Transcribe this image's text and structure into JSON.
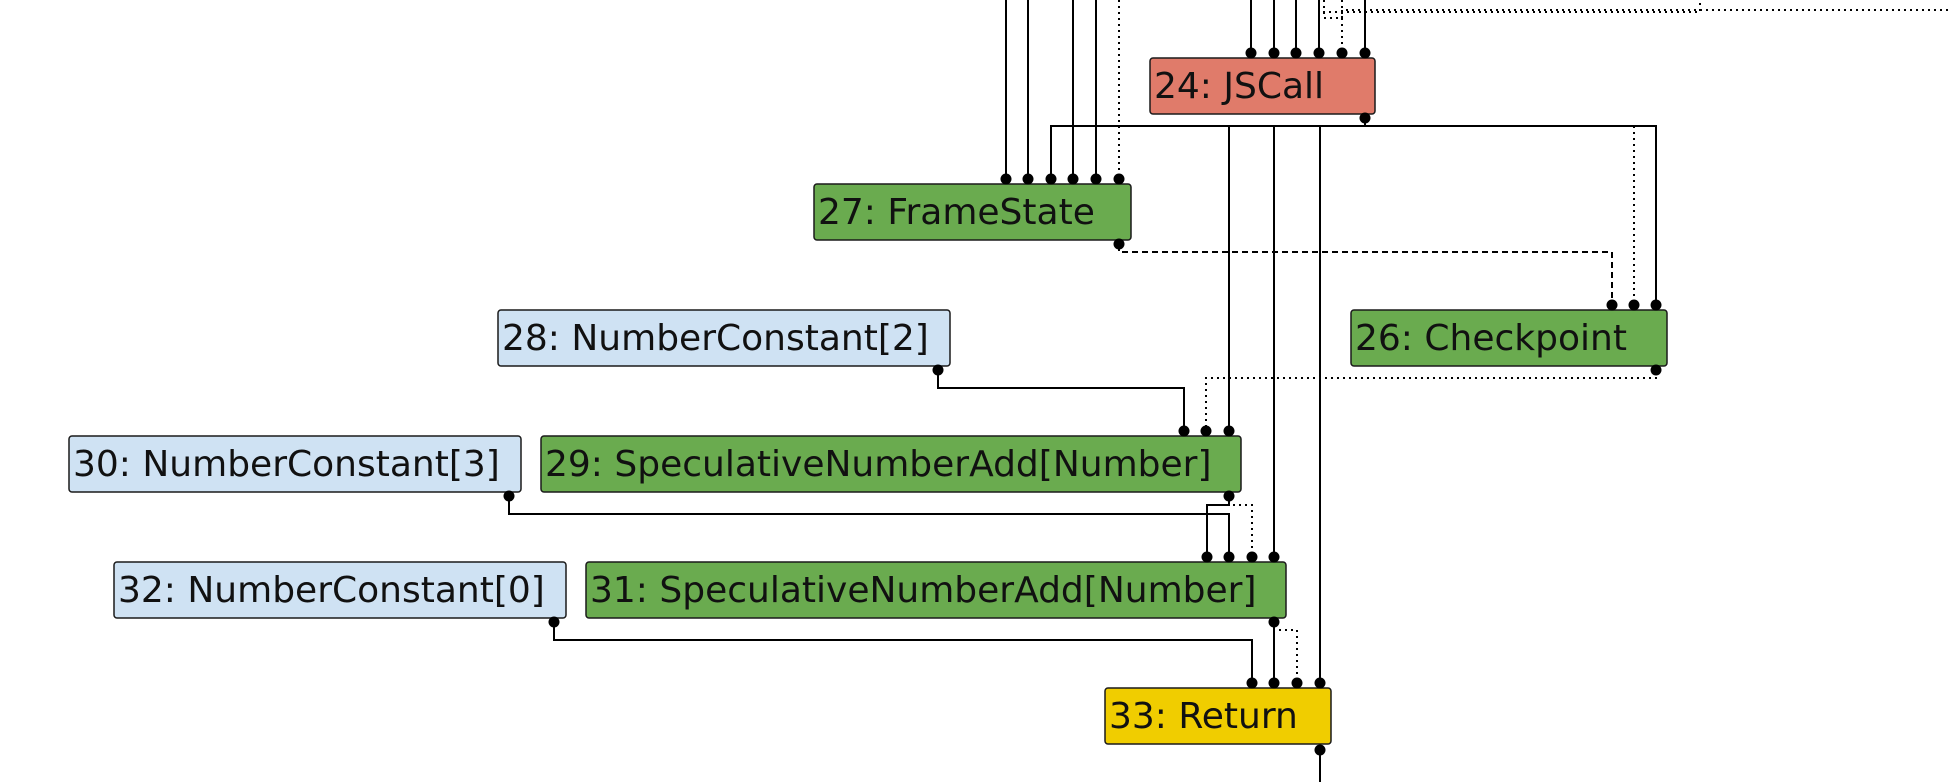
{
  "colors": {
    "call": "#e07b6a",
    "control": "#6aab4f",
    "constant": "#cfe2f3",
    "return": "#f0cd00",
    "edge": "#000000"
  },
  "nodes": [
    {
      "id": "24",
      "label": "24: JSCall",
      "kind": "call"
    },
    {
      "id": "27",
      "label": "27: FrameState",
      "kind": "control"
    },
    {
      "id": "26",
      "label": "26: Checkpoint",
      "kind": "control"
    },
    {
      "id": "28",
      "label": "28: NumberConstant[2]",
      "kind": "constant"
    },
    {
      "id": "29",
      "label": "29: SpeculativeNumberAdd[Number]",
      "kind": "control"
    },
    {
      "id": "30",
      "label": "30: NumberConstant[3]",
      "kind": "constant"
    },
    {
      "id": "31",
      "label": "31: SpeculativeNumberAdd[Number]",
      "kind": "control"
    },
    {
      "id": "32",
      "label": "32: NumberConstant[0]",
      "kind": "constant"
    },
    {
      "id": "33",
      "label": "33: Return",
      "kind": "return"
    }
  ],
  "edges": [
    {
      "from": "24",
      "to": "27",
      "style": "solid"
    },
    {
      "from": "24",
      "to": "26",
      "style": "solid"
    },
    {
      "from": "24",
      "to": "26",
      "style": "dotted"
    },
    {
      "from": "24",
      "to": "29",
      "style": "solid"
    },
    {
      "from": "24",
      "to": "31",
      "style": "solid"
    },
    {
      "from": "24",
      "to": "33",
      "style": "solid"
    },
    {
      "from": "27",
      "to": "26",
      "style": "dashed"
    },
    {
      "from": "28",
      "to": "29",
      "style": "solid"
    },
    {
      "from": "26",
      "to": "29",
      "style": "dotted"
    },
    {
      "from": "29",
      "to": "31",
      "style": "solid"
    },
    {
      "from": "29",
      "to": "31",
      "style": "dotted"
    },
    {
      "from": "30",
      "to": "31",
      "style": "solid"
    },
    {
      "from": "31",
      "to": "33",
      "style": "solid"
    },
    {
      "from": "31",
      "to": "33",
      "style": "dotted"
    },
    {
      "from": "32",
      "to": "33",
      "style": "solid"
    }
  ]
}
